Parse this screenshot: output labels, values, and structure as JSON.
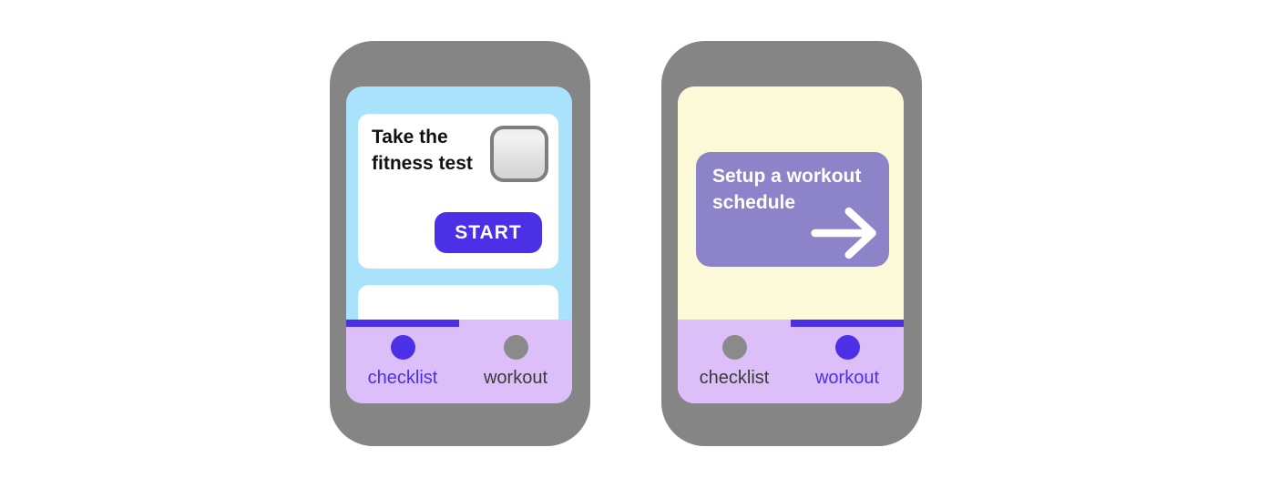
{
  "colors": {
    "phone_body": "#858585",
    "screen_checklist_bg": "#a8e2fb",
    "screen_workout_bg": "#fbf9d7",
    "accent": "#4b30e8",
    "tab_bar_bg": "#dcbff8",
    "card_purple": "#8c83c9",
    "inactive_gray": "#8a8a8a",
    "inactive_label": "#3a3a3a",
    "title_text": "#111111",
    "checkbox_border": "#7e7e7e"
  },
  "checklist_phone": {
    "task_card": {
      "title_line1": "Take the",
      "title_line2": "fitness test",
      "checkbox_icon": "checkbox-unchecked",
      "start_button_label": "START"
    },
    "tab_bar": {
      "active_tab": "checklist",
      "checklist_label": "checklist",
      "workout_label": "workout"
    }
  },
  "workout_phone": {
    "schedule_card": {
      "title_line1": "Setup a workout",
      "title_line2": "schedule",
      "arrow_icon": "arrow-right"
    },
    "tab_bar": {
      "active_tab": "workout",
      "checklist_label": "checklist",
      "workout_label": "workout"
    }
  }
}
